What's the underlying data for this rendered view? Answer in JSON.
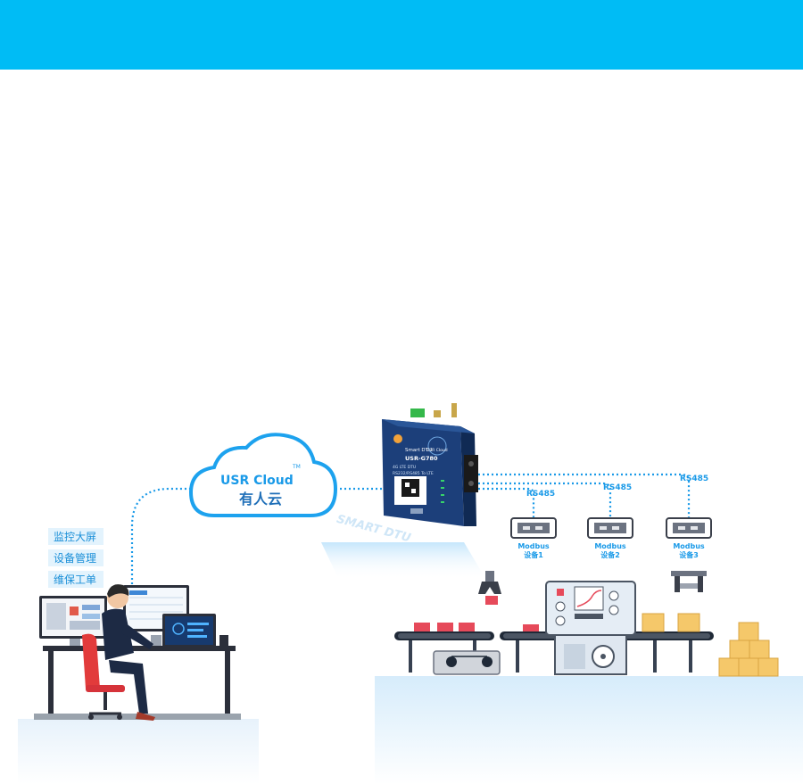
{
  "colors": {
    "header": "#00bcf5",
    "accent": "#1a9ae8",
    "cloud_stroke": "#1da2ee",
    "device_body": "#1c3f7a"
  },
  "cloud": {
    "brand": "USR Cloud",
    "tm": "TM",
    "subtitle": "有人云"
  },
  "tags": [
    "监控大屏",
    "设备管理",
    "维保工单"
  ],
  "dtu": {
    "brand_line": "Smart DTU",
    "model": "USR-G780",
    "desc1": "4G LTE DTU",
    "desc2": "RS232/RS485 To LTE",
    "corner_logo": "USR Cloud",
    "floor_text": "SMART DTU"
  },
  "bus_label": "RS485",
  "devices": [
    {
      "protocol": "Modbus",
      "name": "设备1"
    },
    {
      "protocol": "Modbus",
      "name": "设备2"
    },
    {
      "protocol": "Modbus",
      "name": "设备3"
    }
  ]
}
